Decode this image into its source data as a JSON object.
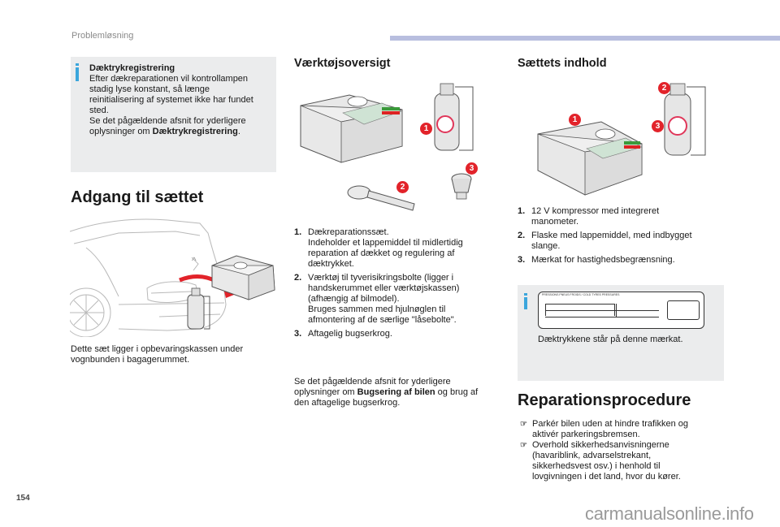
{
  "header": {
    "section_label": "Problemløsning",
    "accent_color": "#b8bedf"
  },
  "footer": {
    "page_number": "154",
    "watermark": "carmanualsonline.info"
  },
  "info_box_tpms": {
    "icon": "info-icon",
    "title": "Dæktrykregistrering",
    "lines": [
      "Efter dækreparationen vil kontrollampen",
      "stadig lyse konstant, så længe",
      "reinitialisering af systemet ikke har fundet",
      "sted.",
      "Se det pågældende afsnit for yderligere"
    ],
    "last_line_prefix": "oplysninger om ",
    "last_line_bold": "Dæktrykregistrering",
    "last_line_suffix": "."
  },
  "access": {
    "title": "Adgang til sættet",
    "illustration": "car-trunk-with-repair-kit",
    "caption_lines": [
      "Dette sæt ligger i opbevaringskassen under",
      "vognbunden i bagagerummet."
    ]
  },
  "tools": {
    "title": "Værktøjsoversigt",
    "illustration": "tool-overview",
    "badges": [
      "1",
      "2",
      "3"
    ],
    "items": [
      {
        "num": "1.",
        "lines": [
          "Dækreparationssæt.",
          "Indeholder et lappemiddel til midlertidig",
          "reparation af dækket og regulering af",
          "dæktrykket."
        ]
      },
      {
        "num": "2.",
        "lines": [
          "Værktøj til tyverisikringsbolte (ligger i",
          "handskerummet eller værktøjskassen)",
          "(afhængig af bilmodel).",
          "Bruges sammen med hjulnøglen til",
          "afmontering af de særlige \"låsebolte\"."
        ]
      },
      {
        "num": "3.",
        "lines": [
          "Aftagelig bugserkrog."
        ]
      }
    ],
    "note_line1": "Se det pågældende afsnit for yderligere",
    "note_prefix": "oplysninger om ",
    "note_bold": "Bugsering af bilen",
    "note_suffix": " og brug af",
    "note_line3": "den aftagelige bugserkrog."
  },
  "contents": {
    "title": "Sættets indhold",
    "illustration": "kit-contents",
    "badges": [
      "1",
      "2",
      "3"
    ],
    "items": [
      {
        "num": "1.",
        "lines": [
          "12 V kompressor med integreret",
          "manometer."
        ]
      },
      {
        "num": "2.",
        "lines": [
          "Flaske med lappemiddel, med indbygget",
          "slange."
        ]
      },
      {
        "num": "3.",
        "lines": [
          "Mærkat for hastighedsbegrænsning."
        ]
      }
    ]
  },
  "info_box_label": {
    "icon": "info-icon",
    "label_header": "PRESSIONS PNEUS FROIDS / COLD TYRES PRESSURES",
    "text": "Dæktrykkene står på denne mærkat."
  },
  "procedure": {
    "title": "Reparationsprocedure",
    "bullet_icon": "pointing-hand-icon",
    "bullet_glyph": "☞",
    "items": [
      {
        "lines": [
          "Parkér bilen uden at hindre trafikken og",
          "aktivér parkeringsbremsen."
        ]
      },
      {
        "lines": [
          "Overhold sikkerhedsanvisningerne",
          "(havariblink, advarselstrekant,",
          "sikkerhedsvest osv.) i henhold til",
          "lovgivningen i det land, hvor du kører."
        ]
      }
    ]
  }
}
